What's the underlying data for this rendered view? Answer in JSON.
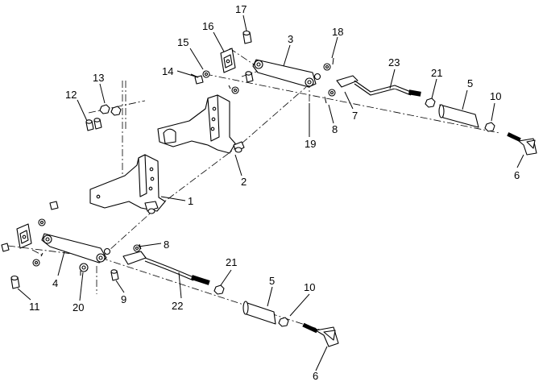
{
  "callouts": [
    {
      "id": "c1",
      "label": "1"
    },
    {
      "id": "c2",
      "label": "2"
    },
    {
      "id": "c3",
      "label": "3"
    },
    {
      "id": "c4",
      "label": "4"
    },
    {
      "id": "c5a",
      "label": "5"
    },
    {
      "id": "c5b",
      "label": "5"
    },
    {
      "id": "c6a",
      "label": "6"
    },
    {
      "id": "c6b",
      "label": "6"
    },
    {
      "id": "c7",
      "label": "7"
    },
    {
      "id": "c8a",
      "label": "8"
    },
    {
      "id": "c8b",
      "label": "8"
    },
    {
      "id": "c9",
      "label": "9"
    },
    {
      "id": "c10a",
      "label": "10"
    },
    {
      "id": "c10b",
      "label": "10"
    },
    {
      "id": "c11",
      "label": "11"
    },
    {
      "id": "c12",
      "label": "12"
    },
    {
      "id": "c13",
      "label": "13"
    },
    {
      "id": "c14",
      "label": "14"
    },
    {
      "id": "c15",
      "label": "15"
    },
    {
      "id": "c16",
      "label": "16"
    },
    {
      "id": "c17",
      "label": "17"
    },
    {
      "id": "c18",
      "label": "18"
    },
    {
      "id": "c19",
      "label": "19"
    },
    {
      "id": "c20",
      "label": "20"
    },
    {
      "id": "c21a",
      "label": "21"
    },
    {
      "id": "c21b",
      "label": "21"
    },
    {
      "id": "c22",
      "label": "22"
    },
    {
      "id": "c23",
      "label": "23"
    }
  ]
}
